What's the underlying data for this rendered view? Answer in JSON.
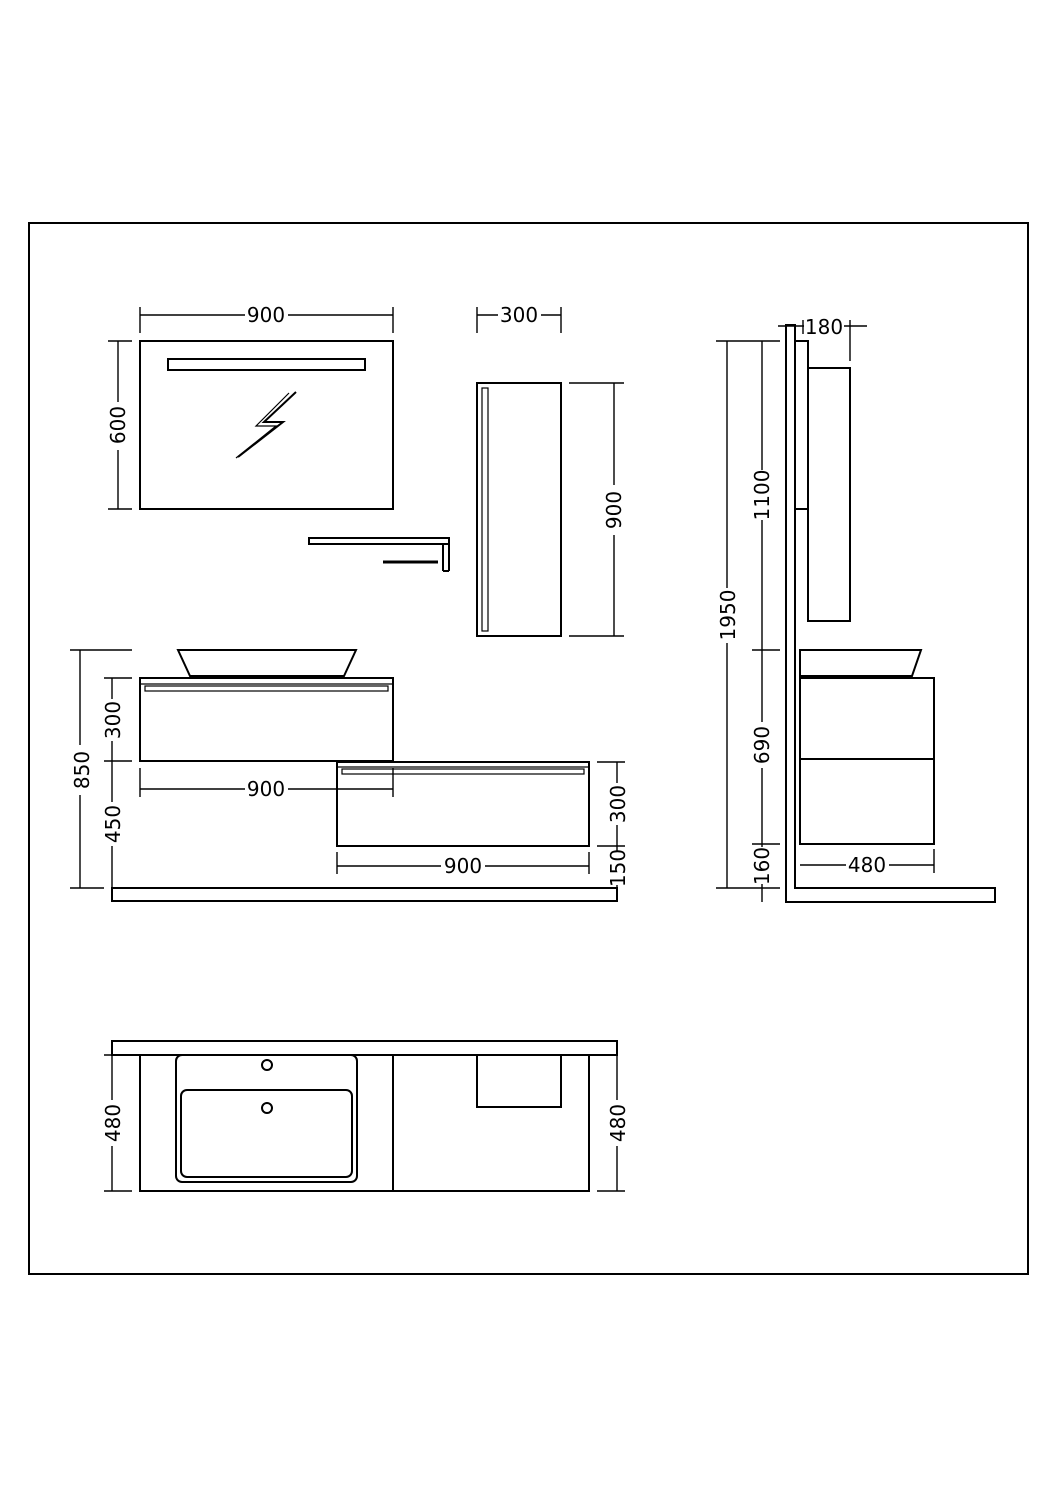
{
  "drawing": {
    "mirror": {
      "width_label": "900",
      "height_label": "600"
    },
    "tall_cabinet": {
      "width_label": "300",
      "height_label": "900"
    },
    "front_view": {
      "total_height_label": "850",
      "upper_unit_height_label": "300",
      "upper_unit_width_label": "900",
      "upper_unit_floor_gap_label": "450",
      "lower_unit_height_label": "300",
      "lower_unit_width_label": "900",
      "lower_unit_floor_gap_label": "150"
    },
    "side_view": {
      "mirror_depth_label": "180",
      "total_height_label": "1950",
      "mirror_zone_label": "1100",
      "vanity_zone_label": "690",
      "floor_gap_label": "160",
      "vanity_depth_label": "480"
    },
    "plan_view": {
      "left_depth_label": "480",
      "right_depth_label": "480"
    }
  }
}
